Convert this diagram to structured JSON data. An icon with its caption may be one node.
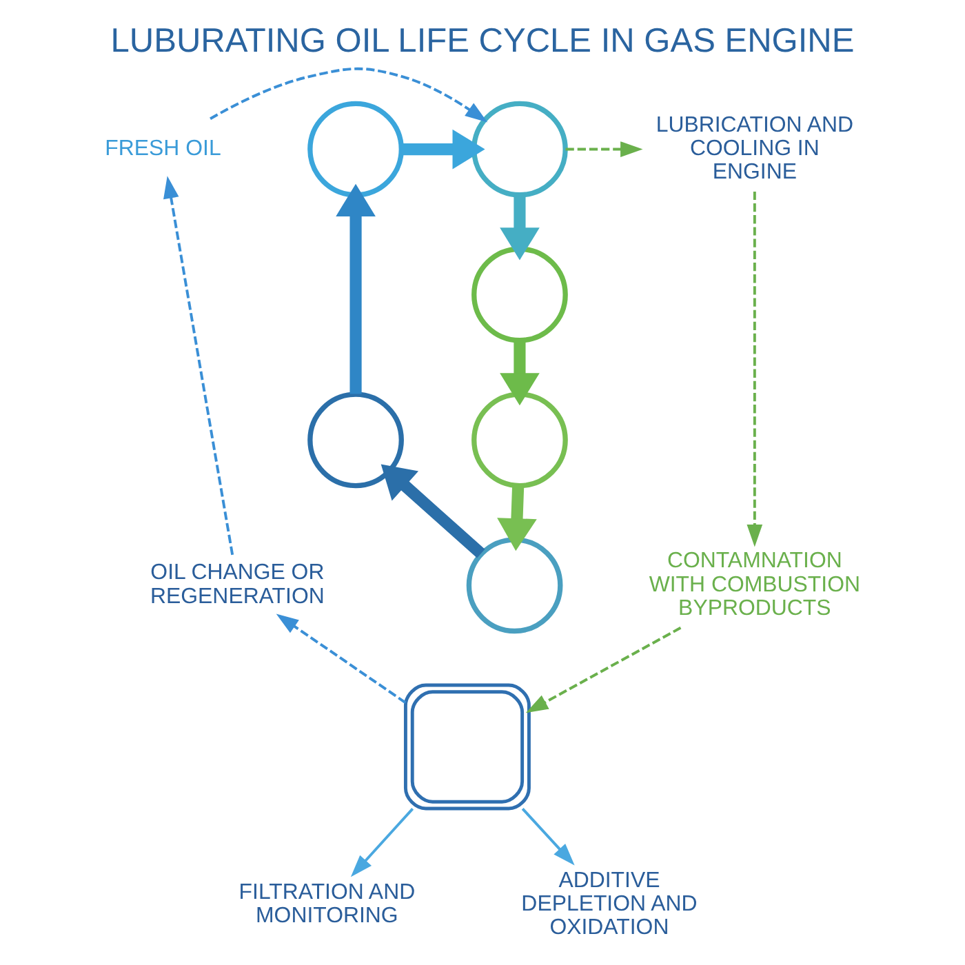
{
  "diagram": {
    "title": "LUBURATING OIL LIFE CYCLE IN GAS ENGINE",
    "nodes": [
      {
        "text": [
          "FRESH OIL"
        ]
      },
      {
        "text": [],
        "shape": "circle"
      },
      {
        "text": [],
        "shape": "circle"
      },
      {
        "text": [
          "LUBRICATION AND COOLING IN ENGINE"
        ]
      },
      {
        "text": [],
        "shape": "circle"
      },
      {
        "text": [],
        "shape": "circle"
      },
      {
        "text": [
          "CONTAMNATION WITH COMBUSTION BYPRODUCTS"
        ]
      },
      {
        "text": [],
        "shape": "circle"
      },
      {
        "text": [],
        "shape": "box"
      },
      {
        "text": [
          "FILTRATION AND MONITORING"
        ]
      },
      {
        "text": [
          "ADDITIVE DEPLETION AND OXIDATION"
        ]
      },
      {
        "text": [],
        "shape": "circle"
      },
      {
        "text": [
          "OIL CHANGE OR REGENERATION"
        ]
      }
    ],
    "edges": [
      {
        "from": 1,
        "to": 2,
        "arrow": "to",
        "style": "thick",
        "color": "#3ba6dc"
      },
      {
        "from": 2,
        "to": 4,
        "arrow": "to",
        "style": "thick",
        "color": "#45aec4"
      },
      {
        "from": 4,
        "to": 5,
        "arrow": "to",
        "style": "thick",
        "color": "#6dbb4a"
      },
      {
        "from": 5,
        "to": 7,
        "arrow": "to",
        "style": "thick",
        "color": "#78bf52"
      },
      {
        "from": 7,
        "to": 11,
        "arrow": "to",
        "style": "thick",
        "color": "#2b6fa9"
      },
      {
        "from": 11,
        "to": 1,
        "arrow": "to",
        "style": "thick",
        "color": "#2f86c6"
      },
      {
        "from": 0,
        "to": 2,
        "arrow": "to",
        "style": "dashed",
        "color": "#3a8fd6"
      },
      {
        "from": 2,
        "to": 3,
        "arrow": "to",
        "style": "dashed",
        "color": "#6ab04c"
      },
      {
        "from": 3,
        "to": 6,
        "arrow": "to",
        "style": "dashed",
        "color": "#6ab04c"
      },
      {
        "from": 6,
        "to": 8,
        "arrow": "to",
        "style": "dashed",
        "color": "#6ab04c"
      },
      {
        "from": 8,
        "to": 12,
        "arrow": "to",
        "style": "dashed",
        "color": "#3a8fd6"
      },
      {
        "from": 12,
        "to": 0,
        "arrow": "to",
        "style": "dashed",
        "color": "#3a8fd6"
      },
      {
        "from": 8,
        "to": 9,
        "arrow": "to",
        "color": "#4aa8e0"
      },
      {
        "from": 8,
        "to": 10,
        "arrow": "to",
        "color": "#4aa8e0"
      }
    ]
  }
}
